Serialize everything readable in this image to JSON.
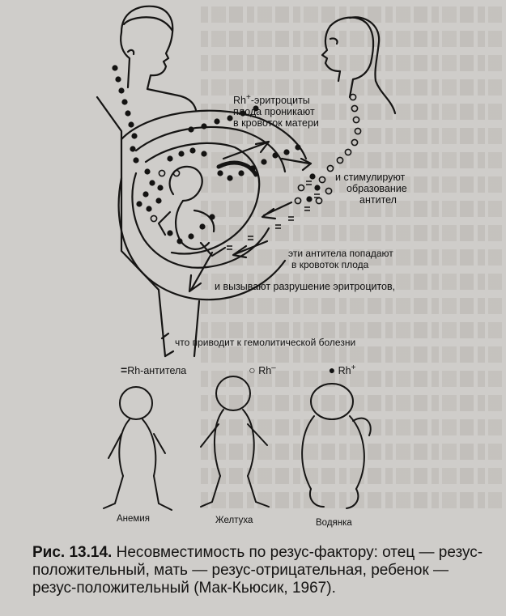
{
  "labels": {
    "rh_cells_l1": "Rh",
    "rh_cells_sup": "+",
    "rh_cells_l1b": "-эритроциты",
    "rh_cells_l2": "плода проникают",
    "rh_cells_l3": "в кровоток матери",
    "stim_l1": "и стимулируют",
    "stim_l2": "образование",
    "stim_l3": "антител",
    "antibodies_l1": "эти антитела попадают",
    "antibodies_l2": "в кровоток плода",
    "destroy": "и вызывают разрушение эритроцитов,",
    "hemolytic": "что приводит к гемолитической болезни"
  },
  "legend": {
    "anti_symbol": "=",
    "anti_label": "Rh-антитела",
    "neg_symbol": "○",
    "neg_label": "Rh",
    "neg_sup": "–",
    "pos_symbol": "●",
    "pos_label": "Rh",
    "pos_sup": "+"
  },
  "babies": [
    "Анемия",
    "Желтуха",
    "Водянка"
  ],
  "caption": {
    "prefix": "Рис. 13.14.",
    "text": " Несовместимость по резус-фактору: отец — резус-положительный, мать — резус-отрицательная, ребенок — резус-положительный (Мак-Кьюсик, 1967)."
  },
  "colors": {
    "paper": "#cfcdca",
    "ink": "#141312"
  }
}
